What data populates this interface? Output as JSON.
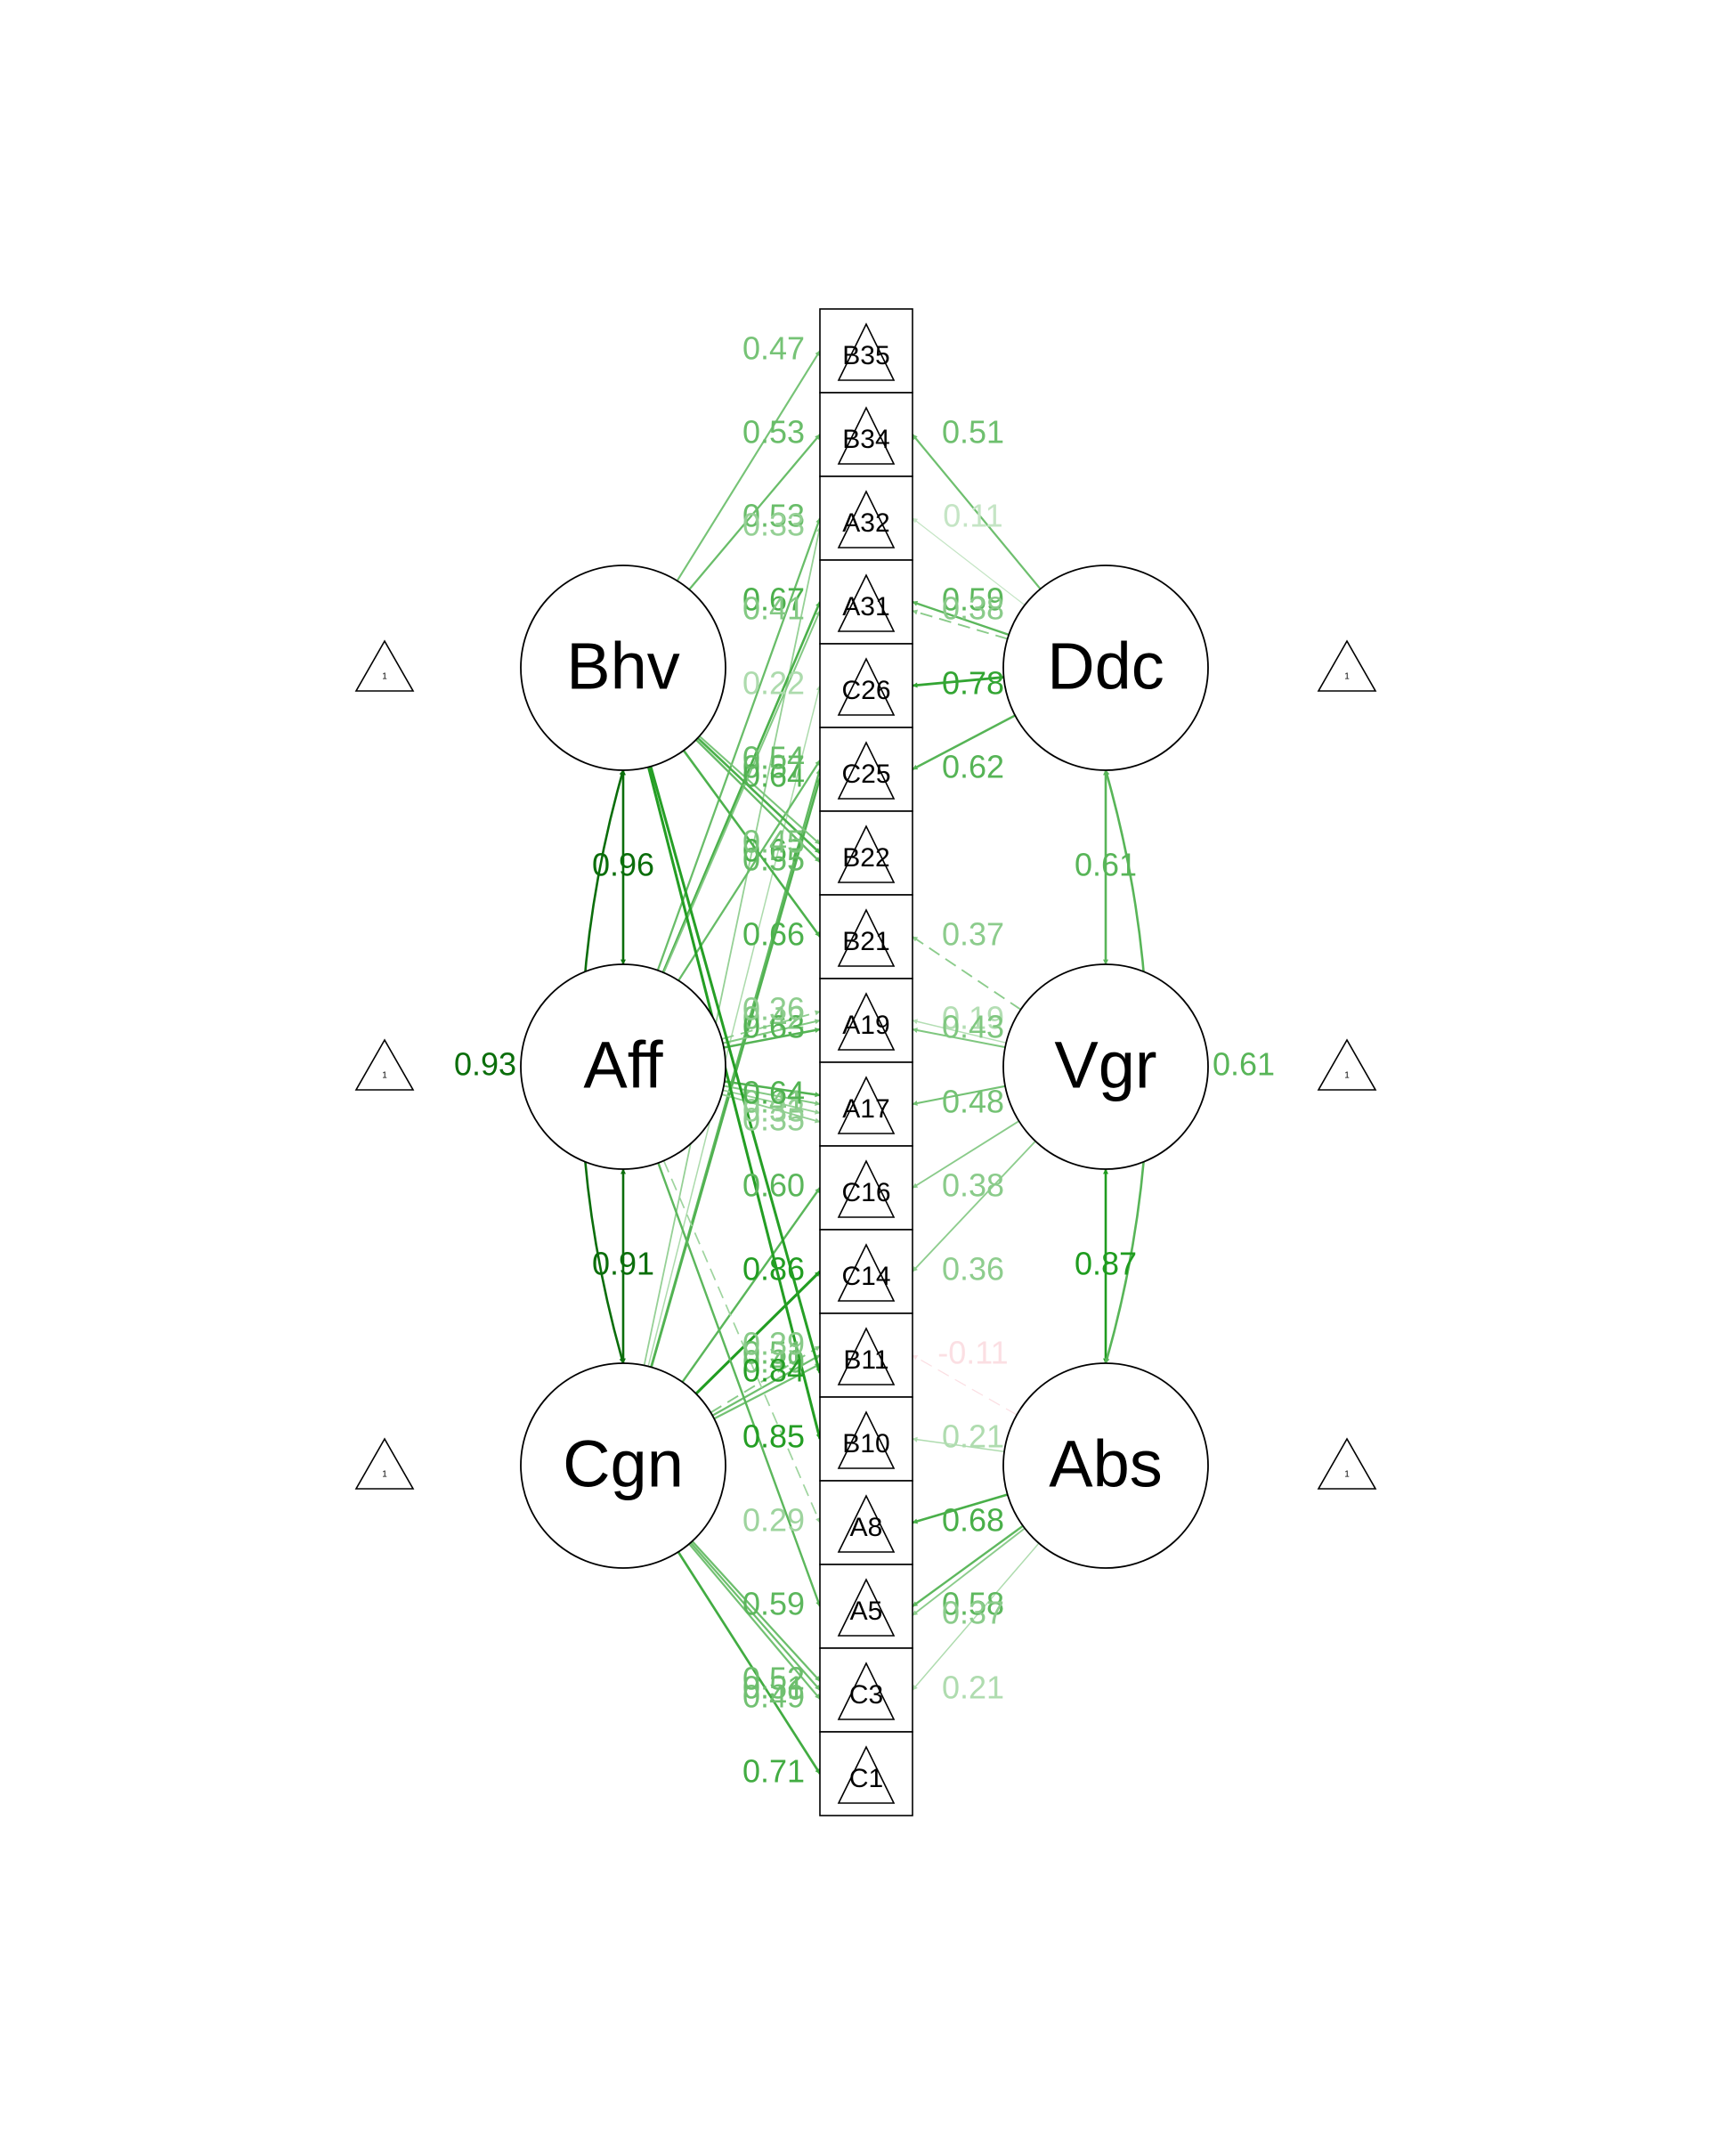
{
  "latents": [
    {
      "id": "Bhv",
      "label": "Bhv",
      "side": "left"
    },
    {
      "id": "Aff",
      "label": "Aff",
      "side": "left"
    },
    {
      "id": "Cgn",
      "label": "Cgn",
      "side": "left"
    },
    {
      "id": "Ddc",
      "label": "Ddc",
      "side": "right"
    },
    {
      "id": "Vgr",
      "label": "Vgr",
      "side": "right"
    },
    {
      "id": "Abs",
      "label": "Abs",
      "side": "right"
    }
  ],
  "items": [
    "B35",
    "B34",
    "A32",
    "A31",
    "C26",
    "C25",
    "B22",
    "B21",
    "A19",
    "A17",
    "C16",
    "C14",
    "B11",
    "B10",
    "A8",
    "A5",
    "C3",
    "C1"
  ],
  "intercept_label": "1",
  "colors": {
    "positive": "#1a9a1a",
    "strong": "#0b6e0b",
    "negative": "#f08090"
  },
  "loadings": [
    {
      "from": "Bhv",
      "to": "B35",
      "value": "0.47",
      "w": 0.47
    },
    {
      "from": "Bhv",
      "to": "B34",
      "value": "0.53",
      "w": 0.53
    },
    {
      "from": "Aff",
      "to": "A32",
      "value": "0.53",
      "w": 0.53
    },
    {
      "from": "Cgn",
      "to": "A32",
      "value": "0.33",
      "w": 0.33
    },
    {
      "from": "Aff",
      "to": "A31",
      "value": "0.67",
      "w": 0.67
    },
    {
      "from": "Aff",
      "to": "A31",
      "value": "0.41",
      "w": 0.41
    },
    {
      "from": "Cgn",
      "to": "C26",
      "value": "0.22",
      "w": 0.22
    },
    {
      "from": "Cgn",
      "to": "C25",
      "value": "0.57",
      "w": 0.57
    },
    {
      "from": "Cgn",
      "to": "C25",
      "value": "0.64",
      "w": 0.64
    },
    {
      "from": "Aff",
      "to": "C25",
      "value": "0.54",
      "w": 0.54
    },
    {
      "from": "Bhv",
      "to": "B22",
      "value": "0.67",
      "w": 0.67
    },
    {
      "from": "Bhv",
      "to": "B22",
      "value": "0.55",
      "w": 0.55
    },
    {
      "from": "Bhv",
      "to": "B22",
      "value": "0.45",
      "w": 0.45
    },
    {
      "from": "Bhv",
      "to": "B21",
      "value": "0.66",
      "w": 0.66
    },
    {
      "from": "Aff",
      "to": "A19",
      "value": "0.42",
      "w": 0.42
    },
    {
      "from": "Aff",
      "to": "A19",
      "value": "0.63",
      "w": 0.63
    },
    {
      "from": "Aff",
      "to": "A19",
      "value": "0.36",
      "w": 0.36
    },
    {
      "from": "Aff",
      "to": "A17",
      "value": "0.41",
      "w": 0.41
    },
    {
      "from": "Aff",
      "to": "A17",
      "value": "0.33",
      "w": 0.33
    },
    {
      "from": "Aff",
      "to": "A17",
      "value": "0.64",
      "w": 0.64
    },
    {
      "from": "Aff",
      "to": "A17",
      "value": "0.35",
      "w": 0.35
    },
    {
      "from": "Cgn",
      "to": "C16",
      "value": "0.60",
      "w": 0.6
    },
    {
      "from": "Cgn",
      "to": "C14",
      "value": "0.86",
      "w": 0.86
    },
    {
      "from": "Cgn",
      "to": "B11",
      "value": "0.51",
      "w": 0.51
    },
    {
      "from": "Cgn",
      "to": "B11",
      "value": "0.49",
      "w": 0.49
    },
    {
      "from": "Cgn",
      "to": "B11",
      "value": "0.39",
      "w": 0.39
    },
    {
      "from": "Bhv",
      "to": "B11",
      "value": "0.84",
      "w": 0.84
    },
    {
      "from": "Bhv",
      "to": "B10",
      "value": "0.85",
      "w": 0.85
    },
    {
      "from": "Aff",
      "to": "A8",
      "value": "0.29",
      "w": 0.29
    },
    {
      "from": "Aff",
      "to": "A5",
      "value": "0.59",
      "w": 0.59
    },
    {
      "from": "Cgn",
      "to": "C3",
      "value": "0.51",
      "w": 0.51
    },
    {
      "from": "Cgn",
      "to": "C3",
      "value": "0.49",
      "w": 0.49
    },
    {
      "from": "Cgn",
      "to": "C3",
      "value": "0.52",
      "w": 0.52
    },
    {
      "from": "Cgn",
      "to": "C1",
      "value": "0.71",
      "w": 0.71
    },
    {
      "from": "Ddc",
      "to": "B34",
      "value": "0.51",
      "w": 0.51
    },
    {
      "from": "Ddc",
      "to": "A32",
      "value": "0.11",
      "w": 0.11
    },
    {
      "from": "Ddc",
      "to": "A31",
      "value": "0.59",
      "w": 0.59
    },
    {
      "from": "Ddc",
      "to": "A31",
      "value": "0.38",
      "w": 0.38
    },
    {
      "from": "Ddc",
      "to": "C26",
      "value": "0.78",
      "w": 0.78
    },
    {
      "from": "Ddc",
      "to": "C25",
      "value": "0.62",
      "w": 0.62
    },
    {
      "from": "Vgr",
      "to": "B21",
      "value": "0.37",
      "w": 0.37
    },
    {
      "from": "Vgr",
      "to": "A19",
      "value": "0.19",
      "w": 0.19
    },
    {
      "from": "Vgr",
      "to": "A19",
      "value": "0.43",
      "w": 0.43
    },
    {
      "from": "Vgr",
      "to": "A17",
      "value": "0.48",
      "w": 0.48
    },
    {
      "from": "Vgr",
      "to": "C16",
      "value": "0.38",
      "w": 0.38
    },
    {
      "from": "Vgr",
      "to": "C14",
      "value": "0.36",
      "w": 0.36
    },
    {
      "from": "Abs",
      "to": "B11",
      "value": "-0.11",
      "w": -0.11
    },
    {
      "from": "Abs",
      "to": "B10",
      "value": "0.21",
      "w": 0.21
    },
    {
      "from": "Abs",
      "to": "A8",
      "value": "0.68",
      "w": 0.68
    },
    {
      "from": "Abs",
      "to": "A5",
      "value": "0.58",
      "w": 0.58
    },
    {
      "from": "Abs",
      "to": "A5",
      "value": "0.37",
      "w": 0.37
    },
    {
      "from": "Abs",
      "to": "C3",
      "value": "0.21",
      "w": 0.21
    }
  ],
  "covariances": [
    {
      "a": "Bhv",
      "b": "Aff",
      "value": "0.96"
    },
    {
      "a": "Aff",
      "b": "Cgn",
      "value": "0.91"
    },
    {
      "a": "Bhv",
      "b": "Cgn",
      "value": "0.93"
    },
    {
      "a": "Ddc",
      "b": "Vgr",
      "value": "0.61"
    },
    {
      "a": "Vgr",
      "b": "Abs",
      "value": "0.87"
    },
    {
      "a": "Ddc",
      "b": "Abs",
      "value": "0.61"
    }
  ]
}
